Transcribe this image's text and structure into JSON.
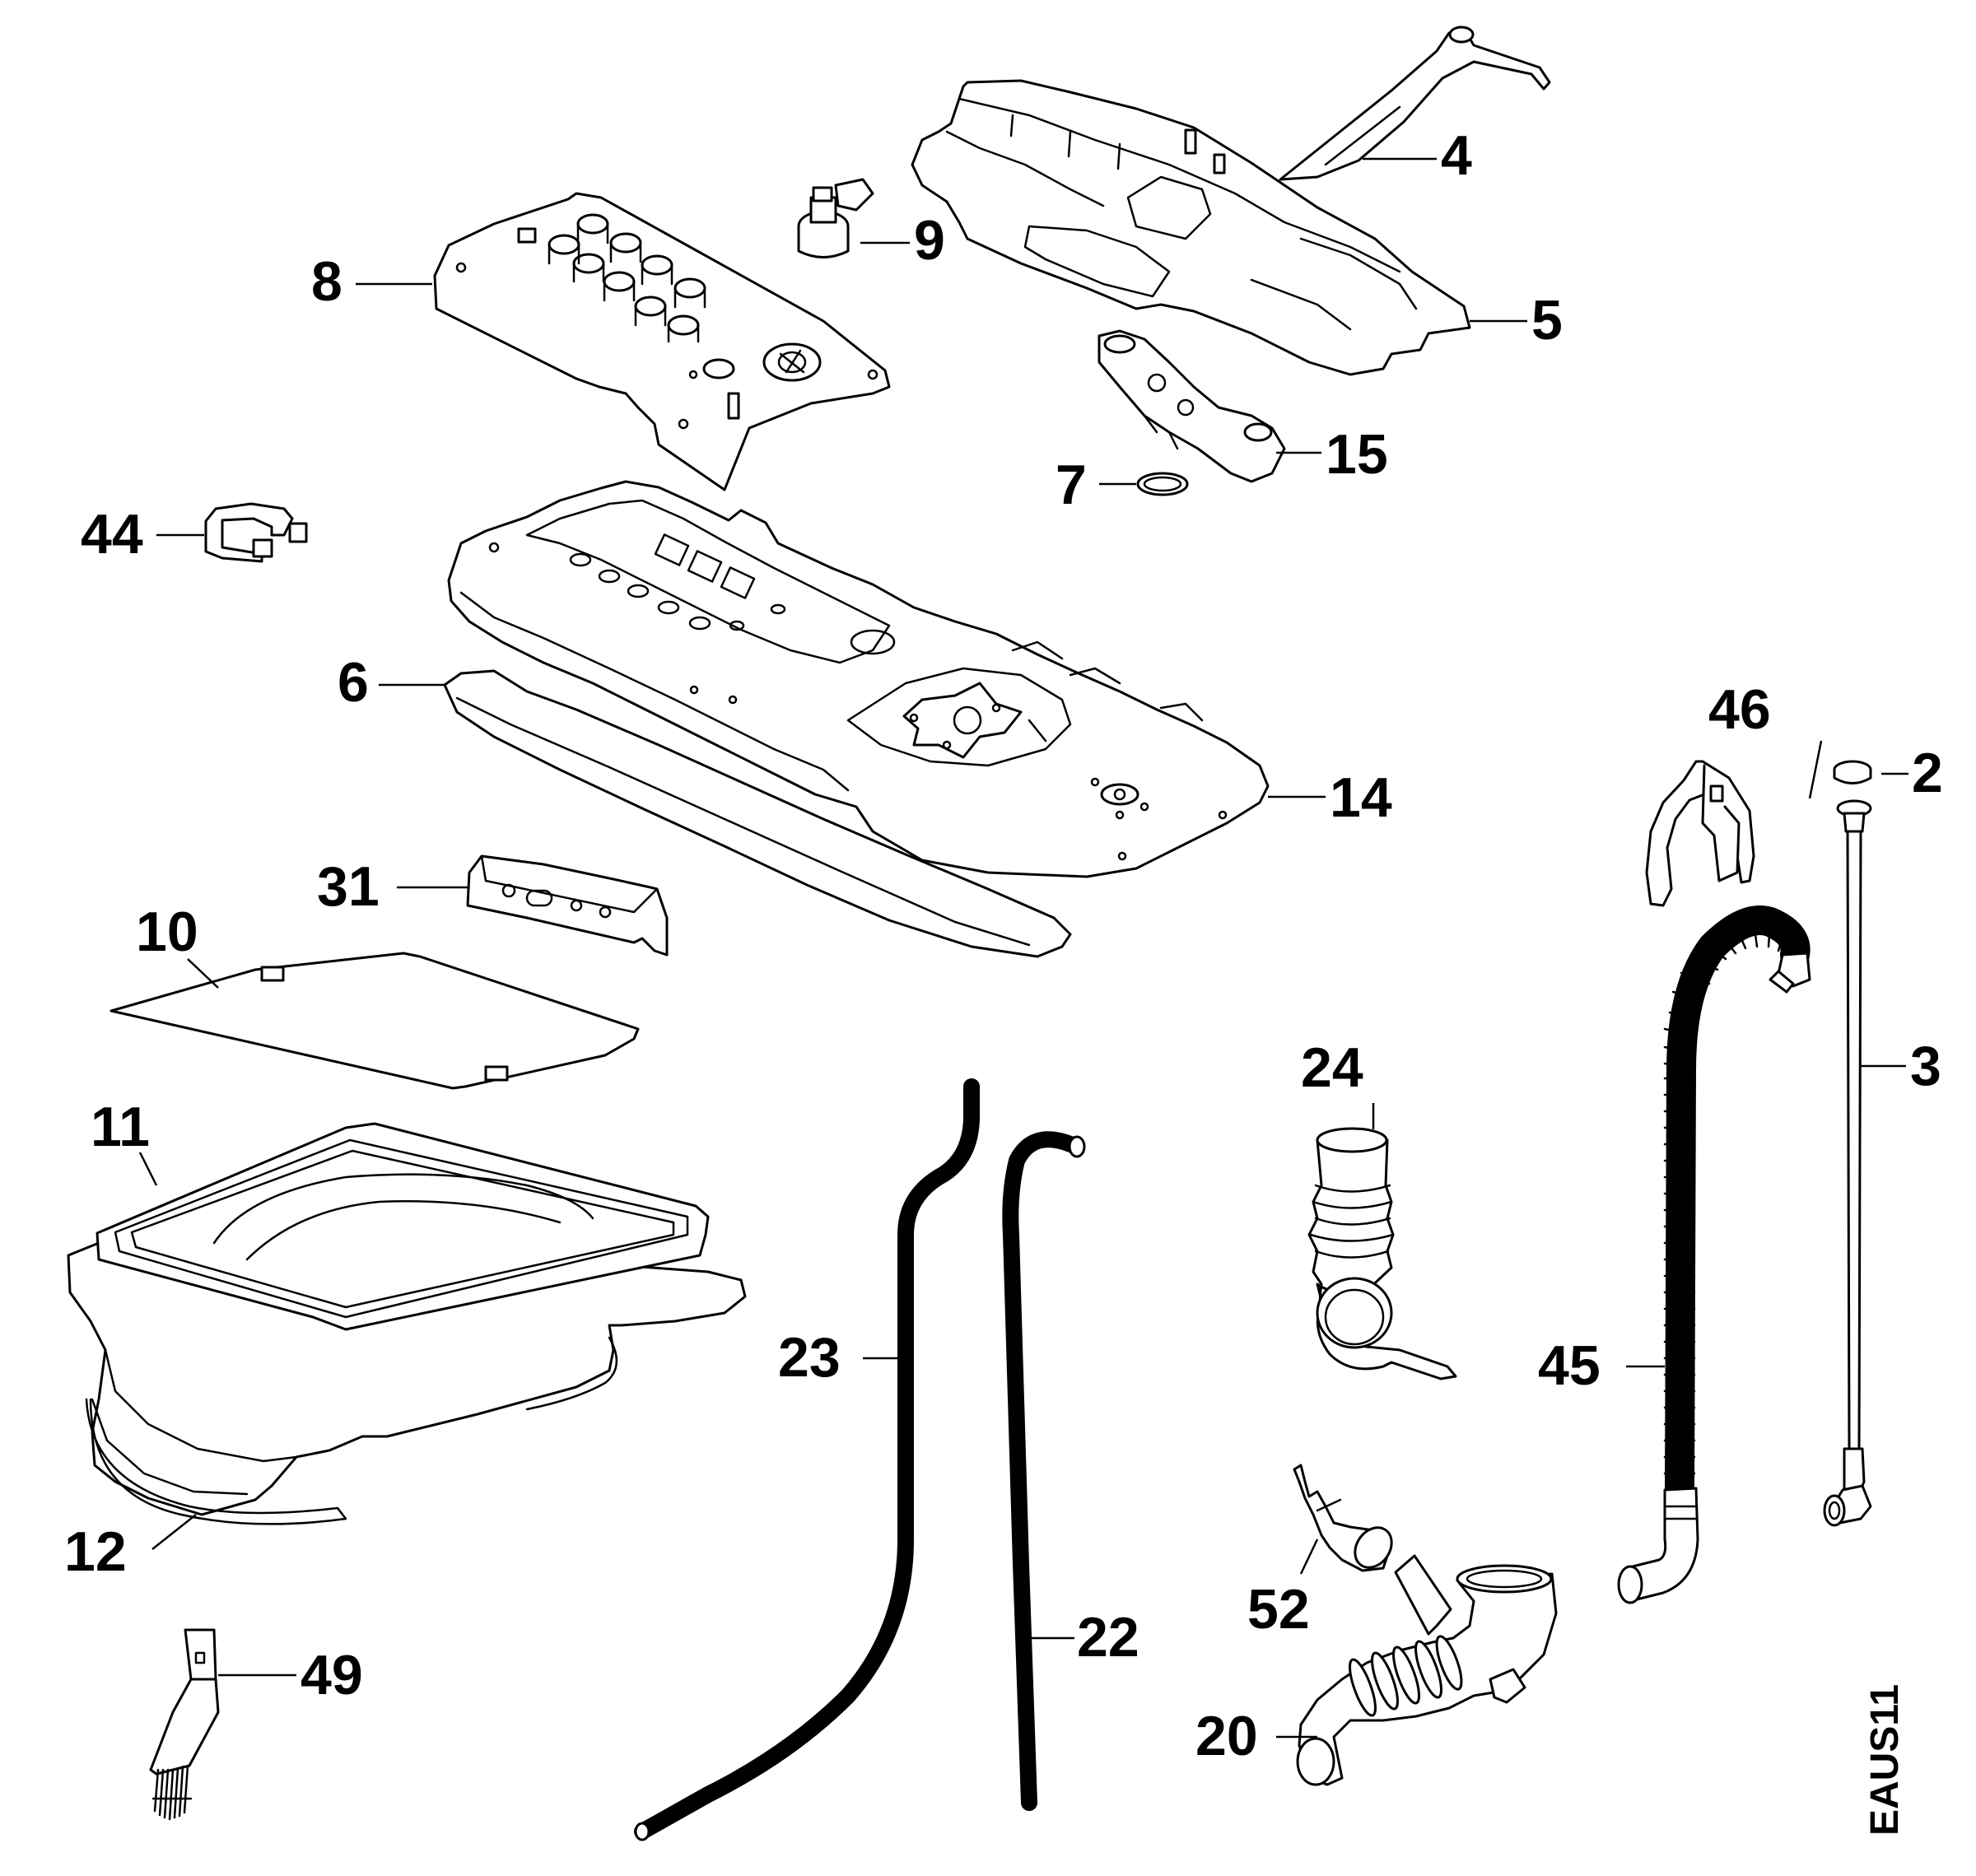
{
  "diagram": {
    "part_labels": {
      "p2": "2",
      "p3": "3",
      "p4": "4",
      "p5": "5",
      "p6": "6",
      "p7": "7",
      "p8": "8",
      "p9": "9",
      "p10": "10",
      "p11": "11",
      "p12": "12",
      "p14": "14",
      "p15": "15",
      "p20": "20",
      "p22": "22",
      "p23": "23",
      "p24": "24",
      "p31": "31",
      "p44": "44",
      "p45": "45",
      "p46": "46",
      "p49": "49",
      "p52": "52"
    },
    "drawing_code": "EAUS11"
  },
  "colors": {
    "line": "#000000",
    "background": "#ffffff"
  }
}
